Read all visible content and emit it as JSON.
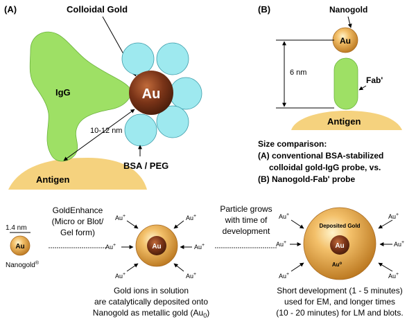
{
  "panel_a": {
    "label": "(A)",
    "colloidal_gold_label": "Colloidal Gold",
    "igg_label": "IgG",
    "au_label": "Au",
    "distance_label": "10-12 nm",
    "bsa_peg_label": "BSA / PEG",
    "antigen_label": "Antigen"
  },
  "panel_b": {
    "label": "(B)",
    "nanogold_label": "Nanogold",
    "au_label": "Au",
    "distance_label": "6 nm",
    "fab_label": "Fab'",
    "antigen_label": "Antigen"
  },
  "size_comparison": {
    "line1": "Size comparison:",
    "line2": "(A) conventional BSA-stabilized",
    "line3": "colloidal gold-IgG probe, vs.",
    "line4": "(B) Nanogold-Fab' probe"
  },
  "enhancement": {
    "scale_label": "1.4 nm",
    "nanogold_particle_label": "Au",
    "nanogold_caption": "Nanogold",
    "nanogold_registered": "®",
    "goldenhance_line1": "GoldEnhance",
    "goldenhance_line2": "(Micro or Blot/",
    "goldenhance_line3": "Gel form)",
    "ion_label": "Au",
    "ion_charge": "+",
    "middle_core_label": "Au",
    "particle_grows_line1": "Particle grows",
    "particle_grows_line2": "with time of",
    "particle_grows_line3": "development",
    "deposited_gold_label": "Deposited Gold",
    "large_core_label": "Au",
    "au_zero_label": "Au",
    "au_zero_charge": "o",
    "caption_left_line1": "Gold ions in solution",
    "caption_left_line2": "are catalytically deposited onto",
    "caption_left_line3": "Nanogold as metallic gold (Au",
    "caption_left_sub": "0",
    "caption_left_end": ")",
    "caption_right_line1": "Short development (1 - 5 minutes)",
    "caption_right_line2": "used for EM, and longer times",
    "caption_right_line3": "(10 - 20 minutes) for LM and blots."
  },
  "colors": {
    "gold_light": "#f3c06a",
    "gold_dark": "#b8741c",
    "core_dark": "#5a2510",
    "antibody_green": "#9ee065",
    "bsa_cyan": "#9ee9ef",
    "antigen_tan": "#f5d27e"
  }
}
